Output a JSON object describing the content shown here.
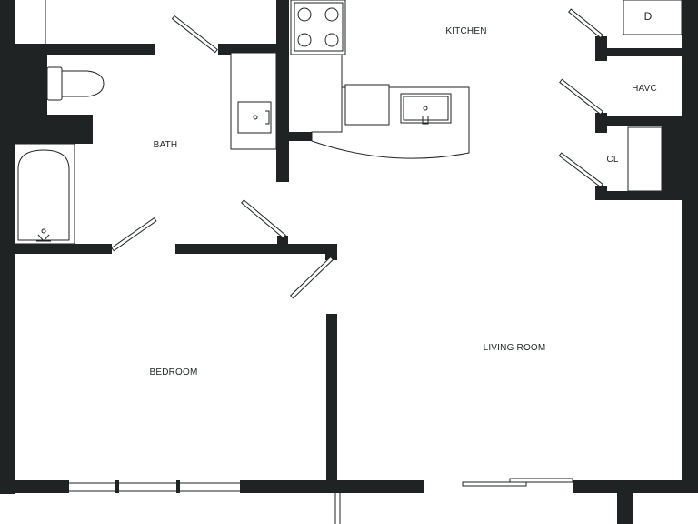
{
  "colors": {
    "wall": "#1f2323",
    "background": "#ffffff"
  },
  "rooms": {
    "kitchen": "KITCHEN",
    "bath": "BATH",
    "havc": "HAVC",
    "closet": "CL",
    "dryer": "D",
    "living_room": "LIVING ROOM",
    "bedroom": "BEDROOM"
  }
}
